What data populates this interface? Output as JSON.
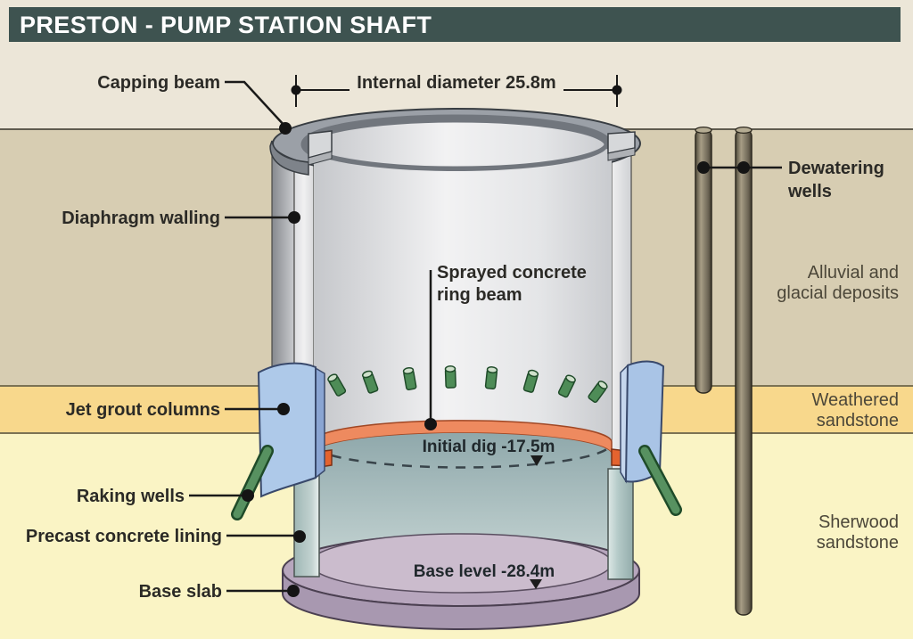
{
  "title": "PRESTON - PUMP STATION SHAFT",
  "callouts": {
    "capping_beam": "Capping beam",
    "internal_diameter": "Internal diameter 25.8m",
    "diaphragm_walling": "Diaphragm walling",
    "sprayed_concrete_l1": "Sprayed concrete",
    "sprayed_concrete_l2": "ring beam",
    "jet_grout_columns": "Jet grout columns",
    "raking_wells": "Raking wells",
    "precast_concrete_lining": "Precast concrete lining",
    "base_slab": "Base slab",
    "dewatering_l1": "Dewatering",
    "dewatering_l2": "wells"
  },
  "annotations": {
    "initial_dig": "Initial dig -17.5m",
    "base_level": "Base level -28.4m"
  },
  "geology_layers": [
    {
      "l1": "Alluvial and",
      "l2": "glacial deposits"
    },
    {
      "l1": "Weathered",
      "l2": "sandstone"
    },
    {
      "l1": "Sherwood",
      "l2": "sandstone"
    }
  ],
  "measurements": {
    "internal_diameter_m": "25.8",
    "initial_dig_level_m": "-17.5",
    "base_level_m": "-28.4"
  },
  "colors": {
    "title_bar": "#3e5350",
    "surface_cream": "#ece6d8",
    "alluvial_tan": "#d7cdb2",
    "weathered_sandstone": "#f8d88c",
    "sherwood_sandstone": "#faf4c5",
    "ring_beam_orange": "#ee8a5f",
    "jet_grout_blue": "#aec9e9",
    "raking_well_green": "#579160",
    "precast_teal": "#b3c9c7",
    "base_slab_purple": "#b7a6bd",
    "shaft_grey": "#9ba0a7"
  }
}
